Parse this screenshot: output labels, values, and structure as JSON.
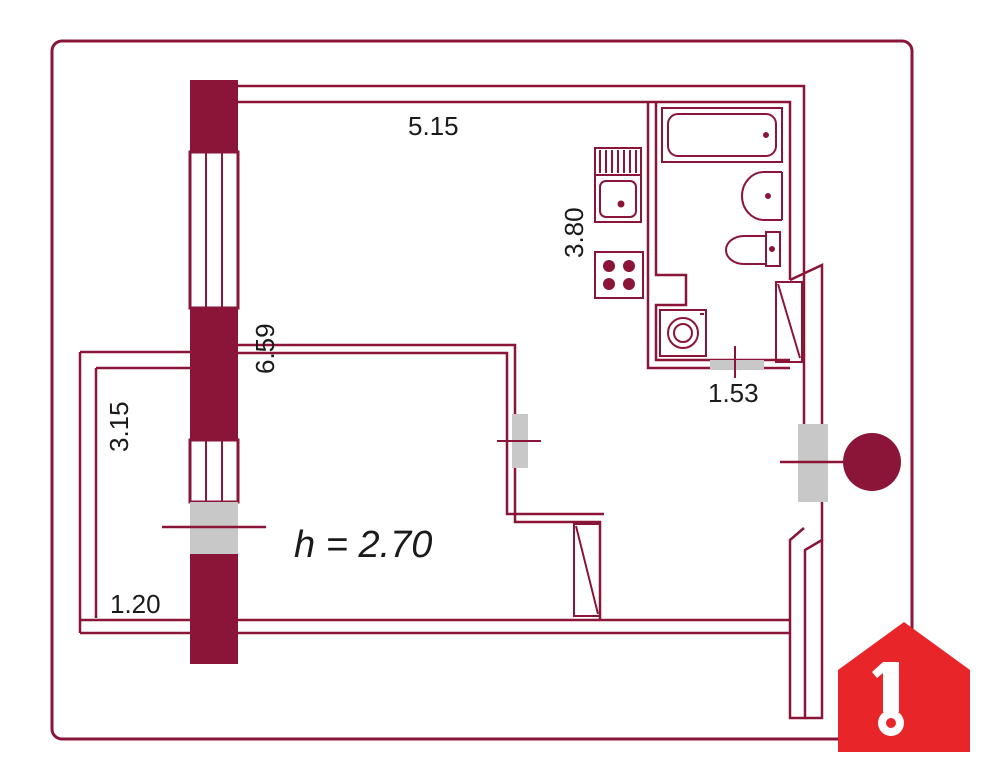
{
  "plan": {
    "dimensions": {
      "main_width": "5.15",
      "kitchen_length": "3.80",
      "room_length": "6.59",
      "bathroom_width": "1.53",
      "balcony_length": "3.15",
      "balcony_width": "1.20"
    },
    "ceiling_height": "h = 2.70"
  },
  "colors": {
    "accent": "#8B1538",
    "wall": "#8B1538",
    "door_gray": "#c8c8c8",
    "logo": "#e8262a"
  },
  "logo": {
    "icon": "house-key-icon",
    "digit": "1"
  }
}
